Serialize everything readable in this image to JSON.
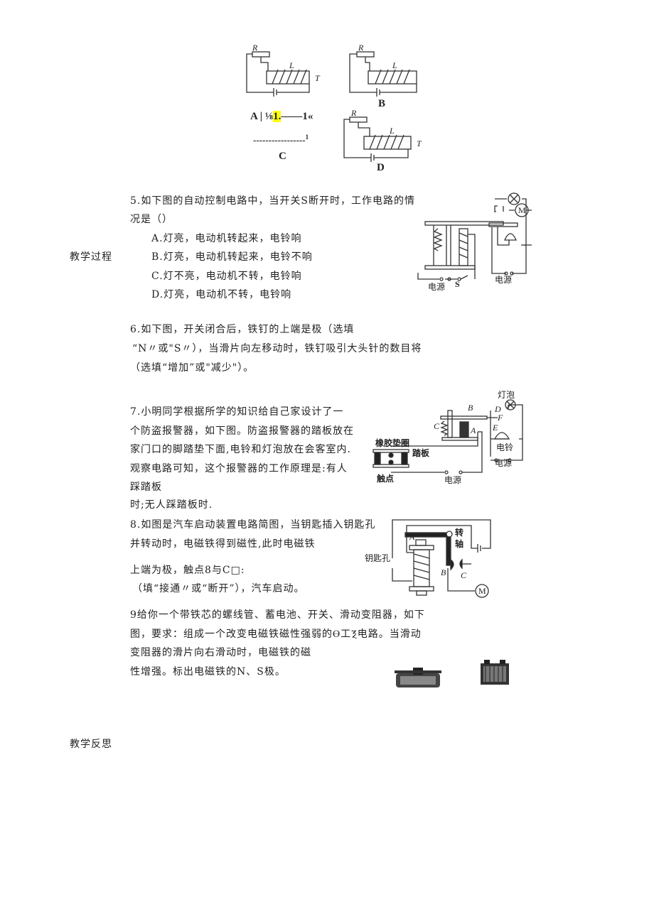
{
  "section_labels": {
    "process": "教学过程",
    "reflection": "教学反思"
  },
  "q4_diagram": {
    "labels": {
      "R": "R",
      "L": "L",
      "T": "T"
    },
    "option_a": "A",
    "option_a_garble_1": "| ⅛",
    "option_a_highlight": "1.",
    "option_a_garble_2": "——1«",
    "option_c_line": "-----------------",
    "option_c_sup": "1",
    "option_b": "B",
    "option_c": "C",
    "option_d": "D",
    "highlight_color": "#ffff00"
  },
  "q5": {
    "lines": [
      "5.如下图的自动控制电路中，当开关S断开时，工作电路的情",
      "况是（）"
    ],
    "options": [
      "A.灯亮，电动机转起来，电铃响",
      "B.灯亮，电动机转起来，电铃不响",
      "C.灯不亮，电动机不转，电铃响",
      "D.灯亮，电动机不转，电铃响"
    ],
    "diagram": {
      "power1": "电源",
      "switch": "S",
      "power2": "电源",
      "motor": "M"
    }
  },
  "q6": {
    "lines": [
      "6.如下图，开关闭合后，铁钉的上端是极（选填",
      "“N〃或\"S〃），当滑片向左移动时，铁钉吸引大头针的数目将",
      "（选填“增加”或\"减少\"）。"
    ]
  },
  "q7": {
    "lines": [
      "7.小明同学根据所学的知识给自己家设计了一",
      "个防盗报警器，如下图。防盗报警器的踏板放在",
      "家门口的脚踏垫下面,电铃和灯泡放在会客室内.",
      "观察电路可知，这个报警器的工作原理是:有人",
      "踩踏板",
      "时;无人踩踏板时."
    ],
    "diagram": {
      "rubber_ring": "橡胶垫圈",
      "pedal": "踏板",
      "contact": "触点",
      "power_a": "电源",
      "power_b": "电源",
      "bell": "电铃",
      "bulb": "灯泡",
      "A": "A",
      "B": "B",
      "C": "C",
      "D": "D",
      "E": "E",
      "F": "F"
    }
  },
  "q8": {
    "lines": [
      "8.如图是汽车启动装置电路简图，当钥匙插入钥匙孔",
      "并转动时，电磁铁得到磁性,此时电磁铁",
      "上端为极，触点8与C□:",
      "（填“接通〃或“断开”），汽车启动。"
    ],
    "diagram": {
      "keyhole": "钥匙孔",
      "axis_1": "转",
      "axis_2": "轴",
      "A": "A",
      "B": "B",
      "C": "C",
      "motor": "M"
    }
  },
  "q9": {
    "lines": [
      "9给你一个带铁芯的螺线管、蓄电池、开关、滑动变阻器，如下",
      "图，要求：组成一个改变电磁铁磁性强弱的Ⲑ工Ⲝ电路。当滑动",
      "变阻器的滑片向右滑动时，电磁铁的磁",
      "性增强。标出电磁铁的N、S极。"
    ]
  }
}
